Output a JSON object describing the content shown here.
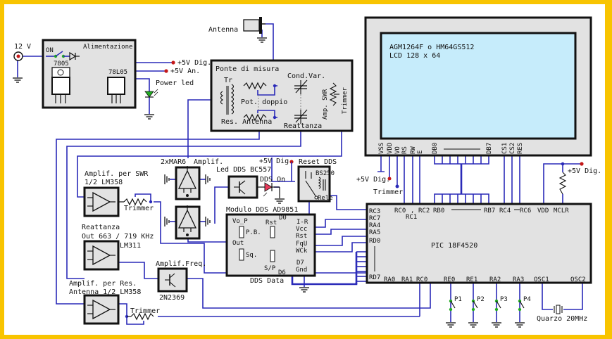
{
  "colors": {
    "frame": "#f8c400",
    "wire": "#2a2ab8",
    "box": "#e2e2e2",
    "lcd_screen": "#c6ecfb",
    "power_dot": "#c41818",
    "switch_dot": "#22aa22",
    "led_green": "#22aa22",
    "led_red": "#e83a5a"
  },
  "power": {
    "input_label": "12 V",
    "block_title": "Alimentazione",
    "switch_label": "ON",
    "reg1": "7805",
    "reg2": "78L05",
    "out_dig": "+5V Dig.",
    "out_an": "+5V An.",
    "power_led": "Power led"
  },
  "antenna": {
    "label": "Antenna"
  },
  "bridge": {
    "title": "Ponte di misura",
    "tr": "Tr",
    "pot": "Pot. doppio",
    "res_antenna": "Res. Antenna",
    "cond_var": "Cond.Var.",
    "reattanza": "Reattanza",
    "amp_swr": "Amp. SWR",
    "trimmer": "Trimmer"
  },
  "lcd": {
    "line1": "AGM1264F o HM64GS512",
    "line2": "LCD 128 x 64",
    "pins": [
      "VSS",
      "VDD",
      "VO",
      "RS",
      "RW",
      "E",
      "DB0",
      "DB7",
      "CS1",
      "CS2",
      "RES"
    ],
    "vdd_label": "+5V Dig.",
    "trimmer_label": "Trimmer"
  },
  "mcu": {
    "name": "PIC 18F4520",
    "top_pins": [
      "RC0",
      "RC2",
      "RB0",
      "RB7",
      "RC4",
      "RC6",
      "VDD",
      "MCLR"
    ],
    "top_pin_sub": "RC1",
    "left_pins": [
      "RC3",
      "RC7",
      "RA4",
      "RA5",
      "RD0",
      "RD7"
    ],
    "bottom_pins": [
      "RA0",
      "RA1",
      "RC0",
      "RE0",
      "RE1",
      "RA2",
      "RA3",
      "OSC1",
      "OSC2"
    ],
    "mclr_supply": "+5V Dig.",
    "buttons": [
      "P1",
      "P2",
      "P3",
      "P4"
    ],
    "crystal": "Quarzo 20MHz"
  },
  "amps": {
    "mar6": {
      "title": "2xMAR6",
      "subtitle": "Amplif."
    },
    "swr": {
      "line1": "Amplif. per SWR",
      "line2": "1/2 LM358",
      "trimmer": "Trimmer"
    },
    "reattanza": {
      "line1": "Reattanza",
      "line2": "Out 663 / 719 KHz",
      "chip": "LM311"
    },
    "res_antenna": {
      "line1": "Amplif. per Res.",
      "line2": "Antenna 1/2 LM358",
      "trimmer": "Trimmer"
    },
    "freq": {
      "title": "Amplif.Freq.",
      "part": "2N2369"
    }
  },
  "dds": {
    "led_title": "Led DDS BC557",
    "led_label": "DDS On",
    "reset_supply": "+5V Dig.",
    "reset_title": "Reset DDS",
    "reset_fet": "BS250",
    "reset_relay": "Rele",
    "module_title": "Modulo DDS AD9851",
    "left_pins": [
      "Vo_P",
      "P.B.",
      "Out",
      "Sq."
    ],
    "mid_pins": [
      "Rst",
      "S/P"
    ],
    "data_pins": [
      "D0",
      "D7",
      "D6"
    ],
    "right_pins": [
      "I-R",
      "Vcc",
      "Rst",
      "FqU",
      "WCk",
      "Gnd"
    ],
    "data_label": "DDS Data"
  }
}
